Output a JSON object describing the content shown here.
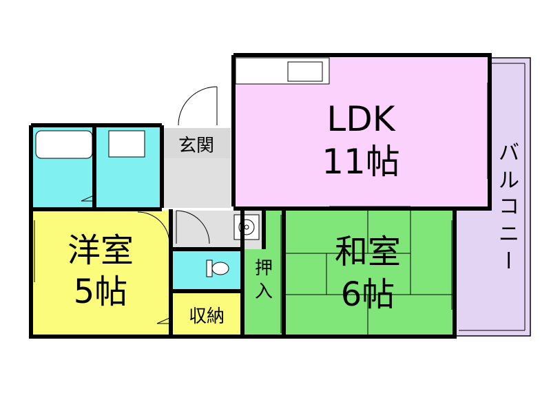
{
  "rooms": {
    "ldk": {
      "name": "LDK",
      "size": "11帖",
      "color": "#fbd2fb"
    },
    "western": {
      "name": "洋室",
      "size": "5帖",
      "color": "#fbfb7c"
    },
    "japanese": {
      "name": "和室",
      "size": "6帖",
      "color": "#80e67a"
    },
    "oshiire": {
      "name_line1": "押",
      "name_line2": "入",
      "color": "#80e67a"
    },
    "shuno": {
      "name": "収納",
      "color": "#fbfb7c"
    },
    "genkan": {
      "name": "玄関",
      "color": "#d9d9d9"
    },
    "balcony": {
      "chars": [
        "バ",
        "ル",
        "コ",
        "ニ",
        "ー"
      ],
      "color": "#e4d4f4"
    },
    "bath_color": "#80f0f0",
    "hall_color": "#e0e0e0"
  }
}
